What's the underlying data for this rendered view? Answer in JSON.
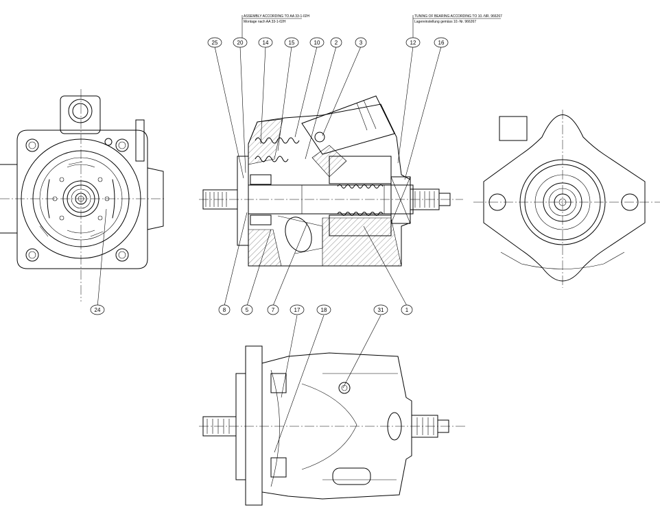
{
  "notes": {
    "assembly_en": "ASSEMBLY ACCORDING TO AA 33-1-02H",
    "assembly_de": "Montage nach AA 33-1-02H",
    "bearing_en": "TUNING OF BEARING ACCORDING TO 10.-NR. 966267",
    "bearing_de": "Lagereinstellung gemäss 10.-Nr. 966267"
  },
  "balloons": {
    "b25": "25",
    "b20": "20",
    "b14": "14",
    "b15": "15",
    "b10": "10",
    "b2": "2",
    "b3": "3",
    "b12": "12",
    "b16": "16",
    "b24": "24",
    "b8": "8",
    "b5": "5",
    "b7": "7",
    "b1": "1",
    "b17": "17",
    "b18": "18",
    "b31": "31"
  }
}
